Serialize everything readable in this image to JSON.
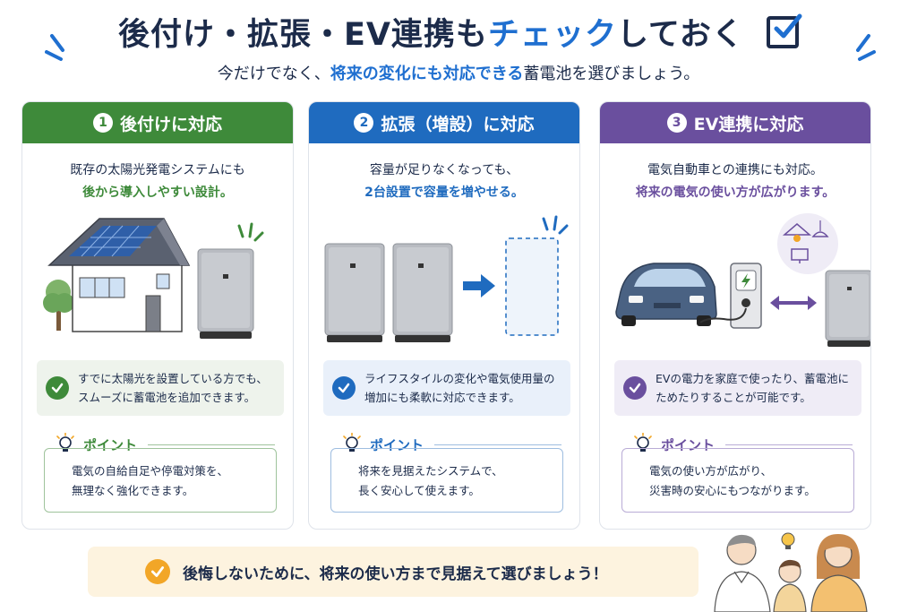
{
  "header": {
    "title_main": "後付け・拡張・EV連携も",
    "title_accent": "チェック",
    "title_end": "しておく",
    "subtitle_pre": "今だけでなく、",
    "subtitle_accent": "将来の変化にも対応できる",
    "subtitle_post": "蓄電池を選びましょう。"
  },
  "cards": [
    {
      "number": "1",
      "title": "後付けに対応",
      "lead": "既存の太陽光発電システムにも",
      "highlight": "後から導入しやすい設計。",
      "note_line1": "すでに太陽光を設置している方でも、",
      "note_line2": "スムーズに蓄電池を追加できます。",
      "point_label": "ポイント",
      "point_line1": "電気の自給自足や停電対策を、",
      "point_line2": "無理なく強化できます。"
    },
    {
      "number": "2",
      "title": "拡張（増設）に対応",
      "lead": "容量が足りなくなっても、",
      "highlight": "2台設置で容量を増やせる。",
      "note_line1": "ライフスタイルの変化や電気使用量の",
      "note_line2": "増加にも柔軟に対応できます。",
      "point_label": "ポイント",
      "point_line1": "将来を見据えたシステムで、",
      "point_line2": "長く安心して使えます。"
    },
    {
      "number": "3",
      "title": "EV連携に対応",
      "lead": "電気自動車との連携にも対応。",
      "highlight": "将来の電気の使い方が広がります。",
      "note_line1": "EVの電力を家庭で使ったり、蓄電池に",
      "note_line2": "ためたりすることが可能です。",
      "point_label": "ポイント",
      "point_line1": "電気の使い方が広がり、",
      "point_line2": "災害時の安心にもつながります。"
    }
  ],
  "footer": {
    "message": "後悔しないために、将来の使い方まで見据えて選びましょう！"
  },
  "colors": {
    "green": "#3e8a3a",
    "blue": "#1f6bbf",
    "purple": "#6a4f9e",
    "navy": "#1c2b4a",
    "orange": "#f2a627"
  },
  "icons": [
    "check-icon",
    "lightbulb-icon",
    "arrow-right-icon",
    "double-arrow-icon",
    "house-icon",
    "battery-icon",
    "car-icon",
    "charger-icon"
  ]
}
